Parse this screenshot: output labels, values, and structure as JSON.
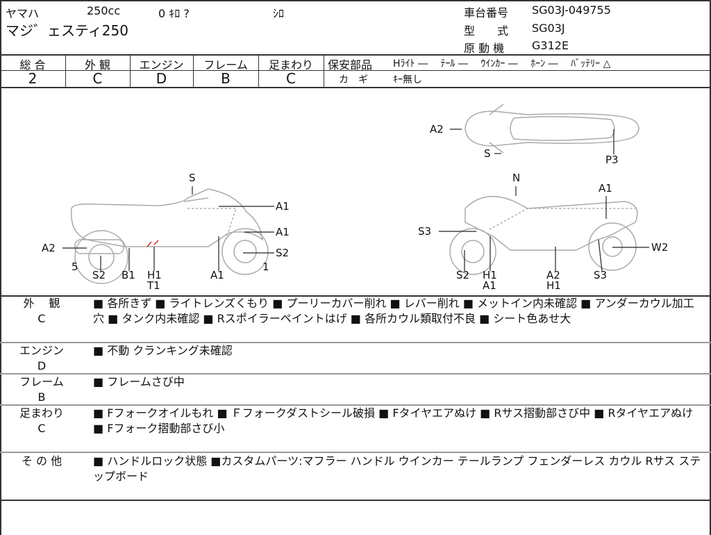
{
  "header": {
    "maker": "ヤマハ",
    "cc": "250cc",
    "km": "0 ｷﾛ ?",
    "color": "ｼﾛ",
    "model": "マジ゛ェスティ250",
    "frame_no_label": "車台番号",
    "frame_no": "SG03J-049755",
    "type_label": "型　　式",
    "type": "SG03J",
    "engine_label": "原 動 機",
    "engine": "G312E"
  },
  "grades": [
    {
      "label": "総 合",
      "value": "2"
    },
    {
      "label": "外 観",
      "value": "C"
    },
    {
      "label": "エンジン",
      "value": "D"
    },
    {
      "label": "フレーム",
      "value": "B"
    },
    {
      "label": "足まわり",
      "value": "C"
    }
  ],
  "safety": {
    "label": "保安部品",
    "items": "Hﾗｲﾄ ―　 ﾃｰﾙ ―　 ｳｲﾝｶｰ ―　 ﾎｰﾝ ―　 ﾊﾞｯﾃﾘｰ △",
    "key_label": "カ　ギ",
    "key": "ｷｰ無し"
  },
  "diagram_labels": [
    "S",
    "A1",
    "A1",
    "S2",
    "A2",
    "5",
    "S2",
    "B1",
    "H1",
    "T1",
    "A1",
    "1",
    "N",
    "A1",
    "S3",
    "W2",
    "S2",
    "H1",
    "A1",
    "A2",
    "H1",
    "S3",
    "A2",
    "S",
    "P3"
  ],
  "details": [
    {
      "label": "外　 観",
      "grade": "C",
      "text": "■ 各所きず ■ ライトレンズくもり ■ プーリーカバー削れ ■ レバー削れ ■ メットイン内未確認 ■ アンダーカウル加工穴 ■ タンク内未確認 ■ Rスポイラーペイントはげ ■ 各所カウル類取付不良 ■ シート色あせ大"
    },
    {
      "label": "エンジン",
      "grade": "D",
      "text": "■ 不動 クランキング未確認"
    },
    {
      "label": "フレーム",
      "grade": "B",
      "text": "■ フレームさび中"
    },
    {
      "label": "足まわり",
      "grade": "C",
      "text": "■ Fフォークオイルもれ ■ Ｆフォークダストシール破損 ■ Fタイヤエアぬけ ■ Rサス摺動部さび中 ■ Rタイヤエアぬけ ■ Fフォーク摺動部さび小"
    },
    {
      "label": "そ の 他",
      "grade": "",
      "text": "■ ハンドルロック状態 ■カスタムパーツ:マフラー ハンドル ウインカー テールランプ フェンダーレス カウル Rサス ステップボード"
    }
  ]
}
